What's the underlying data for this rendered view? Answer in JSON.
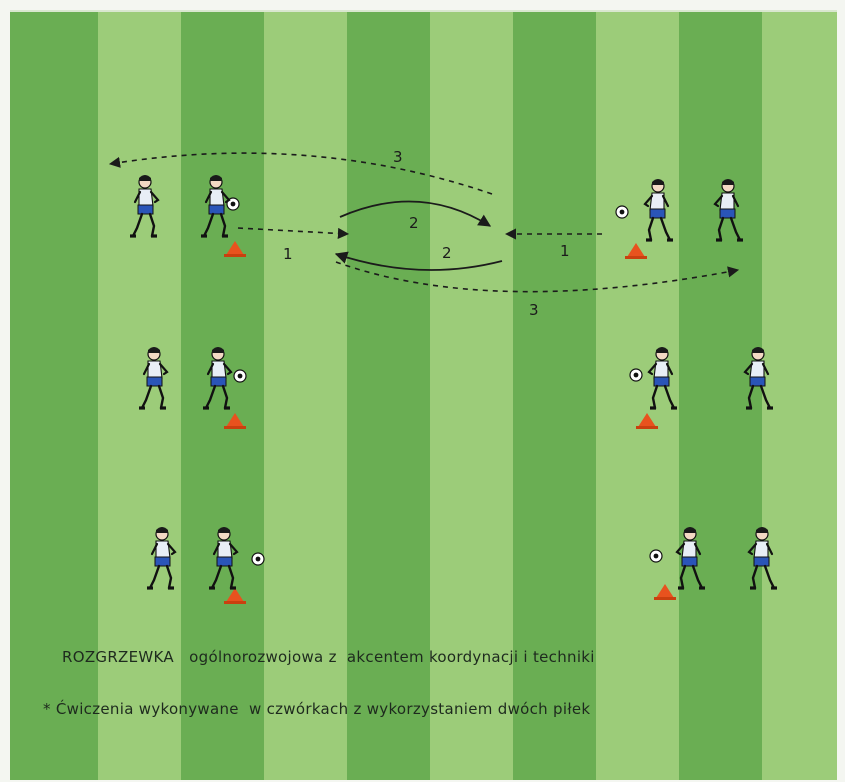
{
  "diagram": {
    "pitch_colors": {
      "dark": "#6aae53",
      "light": "#9ccc79"
    },
    "cone_color": "#e8521e",
    "shirt_color": "#e8eef6",
    "shorts_color": "#2a55b8",
    "arrow_labels": {
      "top_pass": "3",
      "upper_run": "2",
      "left_pass": "1",
      "lower_run": "2",
      "right_pass": "1",
      "bottom_pass": "3"
    },
    "caption": {
      "title": "ROZGRZEWKA   ogólnorozwojowa z  akcentem koordynacji i techniki",
      "note": "* Ćwiczenia wykonywane  w czwórkach z wykorzystaniem dwóch piłek"
    }
  }
}
